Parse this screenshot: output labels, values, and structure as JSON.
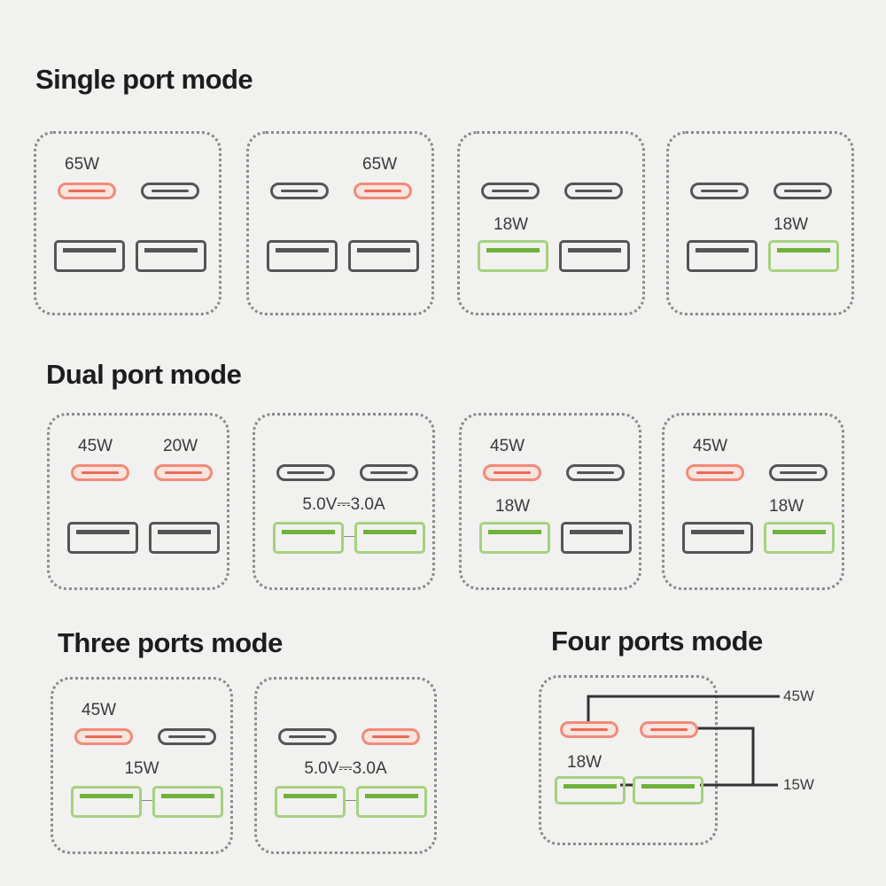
{
  "sections": [
    {
      "title": "Single port mode",
      "panels": [
        {
          "ports": {
            "c1": "orange",
            "c2": "gray",
            "a1": "gray",
            "a2": "gray"
          },
          "labels": {
            "c1": "65W"
          }
        },
        {
          "ports": {
            "c1": "gray",
            "c2": "orange",
            "a1": "gray",
            "a2": "gray"
          },
          "labels": {
            "c2": "65W"
          }
        },
        {
          "ports": {
            "c1": "gray",
            "c2": "gray",
            "a1": "green",
            "a2": "gray"
          },
          "labels": {
            "a1": "18W"
          }
        },
        {
          "ports": {
            "c1": "gray",
            "c2": "gray",
            "a1": "gray",
            "a2": "green"
          },
          "labels": {
            "a2": "18W"
          }
        }
      ]
    },
    {
      "title": "Dual port mode",
      "panels": [
        {
          "ports": {
            "c1": "orange",
            "c2": "orange",
            "a1": "gray",
            "a2": "gray"
          },
          "labels": {
            "c1": "45W",
            "c2": "20W"
          }
        },
        {
          "ports": {
            "c1": "gray",
            "c2": "gray",
            "a1": "green",
            "a2": "green"
          },
          "labels": {
            "mid": "5.0V⎓3.0A"
          },
          "linked": true
        },
        {
          "ports": {
            "c1": "orange",
            "c2": "gray",
            "a1": "green",
            "a2": "gray"
          },
          "labels": {
            "c1": "45W",
            "a1": "18W"
          }
        },
        {
          "ports": {
            "c1": "orange",
            "c2": "gray",
            "a1": "gray",
            "a2": "green"
          },
          "labels": {
            "c1": "45W",
            "a2": "18W"
          }
        }
      ]
    },
    {
      "title": "Three ports mode",
      "panels": [
        {
          "ports": {
            "c1": "orange",
            "c2": "gray",
            "a1": "green",
            "a2": "green"
          },
          "labels": {
            "c1": "45W",
            "mid": "15W"
          },
          "linked": true
        },
        {
          "ports": {
            "c1": "gray",
            "c2": "orange",
            "a1": "green",
            "a2": "green"
          },
          "labels": {
            "mid": "5.0V⎓3.0A"
          },
          "linked": true
        }
      ]
    }
  ],
  "four_ports": {
    "title": "Four ports mode",
    "label_a": "18W",
    "line_top": "45W",
    "line_bottom": "15W"
  },
  "colors": {
    "usb_c_active": "#f28a78",
    "usb_a_active": "#6db23a",
    "inactive": "#555555"
  }
}
